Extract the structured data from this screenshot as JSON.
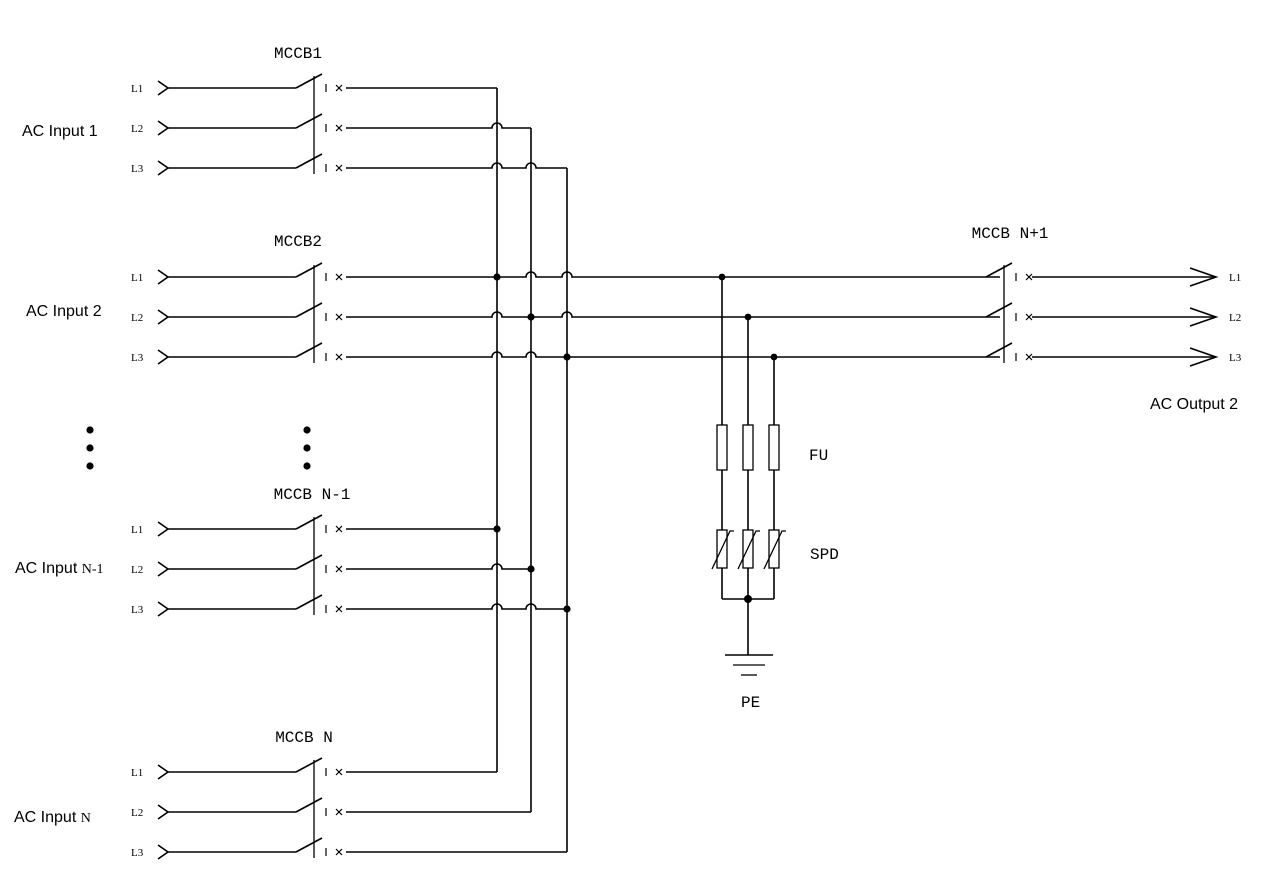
{
  "breakers": {
    "b1": "MCCB1",
    "b2": "MCCB2",
    "bn1": "MCCB N-1",
    "bn": "MCCB N",
    "bout": "MCCB N+1"
  },
  "inputs": {
    "in1": "AC Input 1",
    "in2": "AC Input 2",
    "inn1_prefix": "AC Input ",
    "inn1_suffix": "N-1",
    "inn_prefix": "AC Input ",
    "inn_suffix": "N"
  },
  "output": {
    "label": "AC Output 2"
  },
  "phases": [
    "L1",
    "L2",
    "L3"
  ],
  "components": {
    "fuse": "FU",
    "spd": "SPD",
    "ground": "PE"
  }
}
